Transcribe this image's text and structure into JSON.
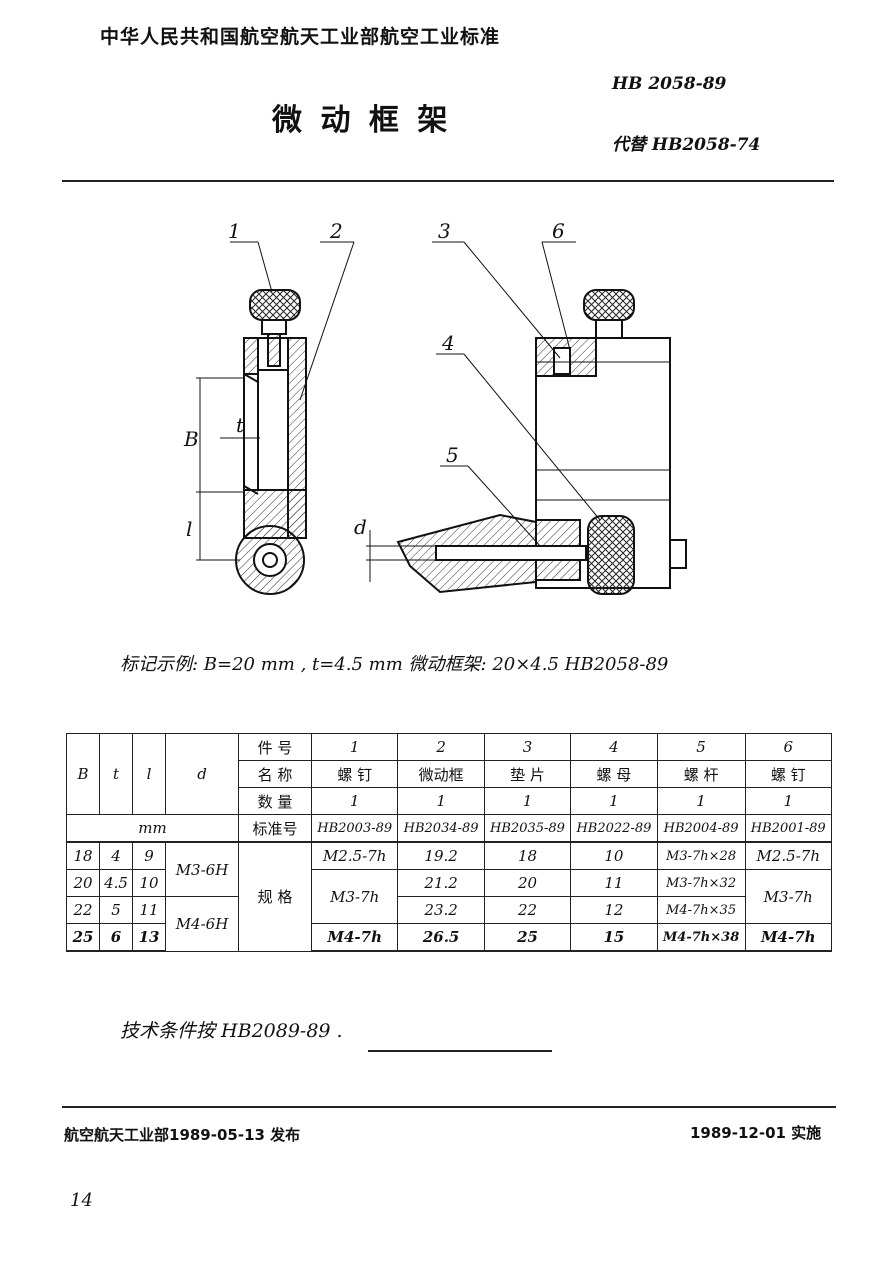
{
  "header": {
    "org": "中华人民共和国航空航天工业部航空工业标准",
    "title": "微 动 框 架",
    "std_no": "HB 2058-89",
    "replaces": "代替 HB2058-74"
  },
  "drawing": {
    "callouts": [
      "1",
      "2",
      "3",
      "4",
      "5",
      "6"
    ],
    "dims": {
      "B": "B",
      "t": "t",
      "l": "l",
      "d": "d"
    }
  },
  "marking_example": "标记示例:  B=20 mm , t=4.5 mm 微动框架: 20×4.5 HB2058-89",
  "table": {
    "col_B": "B",
    "col_t": "t",
    "col_l": "l",
    "col_d": "d",
    "unit": "mm",
    "row_part_no": "件 号",
    "row_name": "名 称",
    "row_qty": "数 量",
    "row_std": "标准号",
    "row_spec": "规 格",
    "parts": [
      {
        "no": "1",
        "name": "螺 钉",
        "qty": "1",
        "std": "HB2003-89"
      },
      {
        "no": "2",
        "name": "微动框",
        "qty": "1",
        "std": "HB2034-89"
      },
      {
        "no": "3",
        "name": "垫 片",
        "qty": "1",
        "std": "HB2035-89"
      },
      {
        "no": "4",
        "name": "螺 母",
        "qty": "1",
        "std": "HB2022-89"
      },
      {
        "no": "5",
        "name": "螺 杆",
        "qty": "1",
        "std": "HB2004-89"
      },
      {
        "no": "6",
        "name": "螺 钉",
        "qty": "1",
        "std": "HB2001-89"
      }
    ],
    "rows": [
      {
        "B": "18",
        "t": "4",
        "l": "9",
        "p1": "M2.5-7h",
        "p2": "19.2",
        "p3": "18",
        "p4": "10",
        "p5": "M3-7h×28",
        "p6": "M2.5-7h"
      },
      {
        "B": "20",
        "t": "4.5",
        "l": "10",
        "p2": "21.2",
        "p3": "20",
        "p4": "11",
        "p5": "M3-7h×32"
      },
      {
        "B": "22",
        "t": "5",
        "l": "11",
        "p2": "23.2",
        "p3": "22",
        "p4": "12",
        "p5": "M4-7h×35"
      },
      {
        "B": "25",
        "t": "6",
        "l": "13",
        "p1": "M4-7h",
        "p2": "26.5",
        "p3": "25",
        "p4": "15",
        "p5": "M4-7h×38",
        "p6": "M4-7h"
      }
    ],
    "d_m3": "M3-6H",
    "d_m4": "M4-6H",
    "p1_mid": "M3-7h",
    "p6_mid": "M3-7h"
  },
  "tech_condition": "技术条件按 HB2089-89 .",
  "footer": {
    "issued": "航空航天工业部1989-05-13 发布",
    "effective": "1989-12-01 实施",
    "page": "14"
  }
}
